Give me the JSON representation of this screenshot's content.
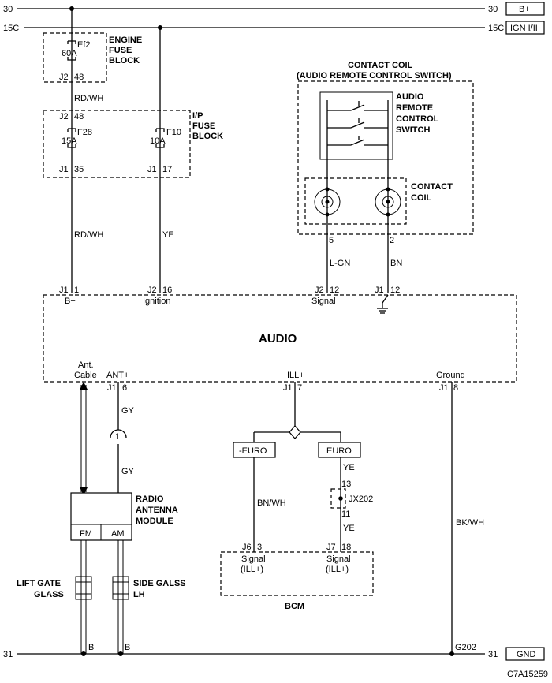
{
  "rails": {
    "r30_left": "30",
    "r30_right": "30",
    "r30_box": "B+",
    "r15c_left": "15C",
    "r15c_right": "15C",
    "r15c_box": "IGN I/II",
    "r31_left": "31",
    "r31_right": "31",
    "r31_box": "GND"
  },
  "engine_fuse": {
    "title_1": "ENGINE",
    "title_2": "FUSE",
    "title_3": "BLOCK",
    "fuse_id": "Ef2",
    "fuse_rating": "60A",
    "conn": "J2",
    "pin": "48"
  },
  "ip_fuse": {
    "title_1": "I/P",
    "title_2": "FUSE",
    "title_3": "BLOCK",
    "in_conn": "J2",
    "in_pin": "48",
    "f1_id": "F28",
    "f1_rating": "15A",
    "f1_conn": "J1",
    "f1_pin": "35",
    "f2_id": "F10",
    "f2_rating": "10A",
    "f2_conn": "J1",
    "f2_pin": "17"
  },
  "wires": {
    "rdwh_1": "RD/WH",
    "rdwh_2": "RD/WH",
    "ye_1": "YE",
    "lgn": "L-GN",
    "bn": "BN",
    "gy_1": "GY",
    "gy_2": "GY",
    "bnwh": "BN/WH",
    "ye_2": "YE",
    "ye_3": "YE",
    "bkwh": "BK/WH"
  },
  "contact_coil": {
    "title_1": "CONTACT COIL",
    "title_2": "(AUDIO REMOTE CONTROL SWITCH)",
    "sw_1": "AUDIO",
    "sw_2": "REMOTE",
    "sw_3": "CONTROL",
    "sw_4": "SWITCH",
    "coil_1": "CONTACT",
    "coil_2": "COIL",
    "pin_a": "5",
    "pin_b": "2"
  },
  "audio": {
    "title": "AUDIO",
    "p1_conn": "J1",
    "p1_pin": "1",
    "p1_label": "B+",
    "p2_conn": "J2",
    "p2_pin": "16",
    "p2_label": "Ignition",
    "p3_conn": "J2",
    "p3_pin": "12",
    "p3_label": "Signal",
    "p4_conn": "J1",
    "p4_pin": "12",
    "ant_cable_1": "Ant.",
    "ant_cable_2": "Cable",
    "antp_label": "ANT+",
    "antp_conn": "J1",
    "antp_pin": "6",
    "ill_label": "ILL+",
    "ill_conn": "J1",
    "ill_pin": "7",
    "gnd_label": "Ground",
    "gnd_conn": "J1",
    "gnd_pin": "8"
  },
  "connector_in_line": {
    "pin": "1"
  },
  "options": {
    "left": "-EURO",
    "right": "EURO"
  },
  "jx202": {
    "name": "JX202",
    "pin_top": "13",
    "pin_bot": "11"
  },
  "antenna_module": {
    "title_1": "RADIO",
    "title_2": "ANTENNA",
    "title_3": "MODULE",
    "fm": "FM",
    "am": "AM"
  },
  "glass": {
    "left_1": "LIFT GATE",
    "left_2": "GLASS",
    "right_1": "SIDE GALSS",
    "right_2": "LH"
  },
  "bcm": {
    "title": "BCM",
    "a_conn": "J6",
    "a_pin": "3",
    "a_label_1": "Signal",
    "a_label_2": "(ILL+)",
    "b_conn": "J7",
    "b_pin": "18",
    "b_label_1": "Signal",
    "b_label_2": "(ILL+)"
  },
  "ground": {
    "g_left": "B",
    "g_mid": "B",
    "g_right": "G202"
  },
  "code": "C7A15259"
}
